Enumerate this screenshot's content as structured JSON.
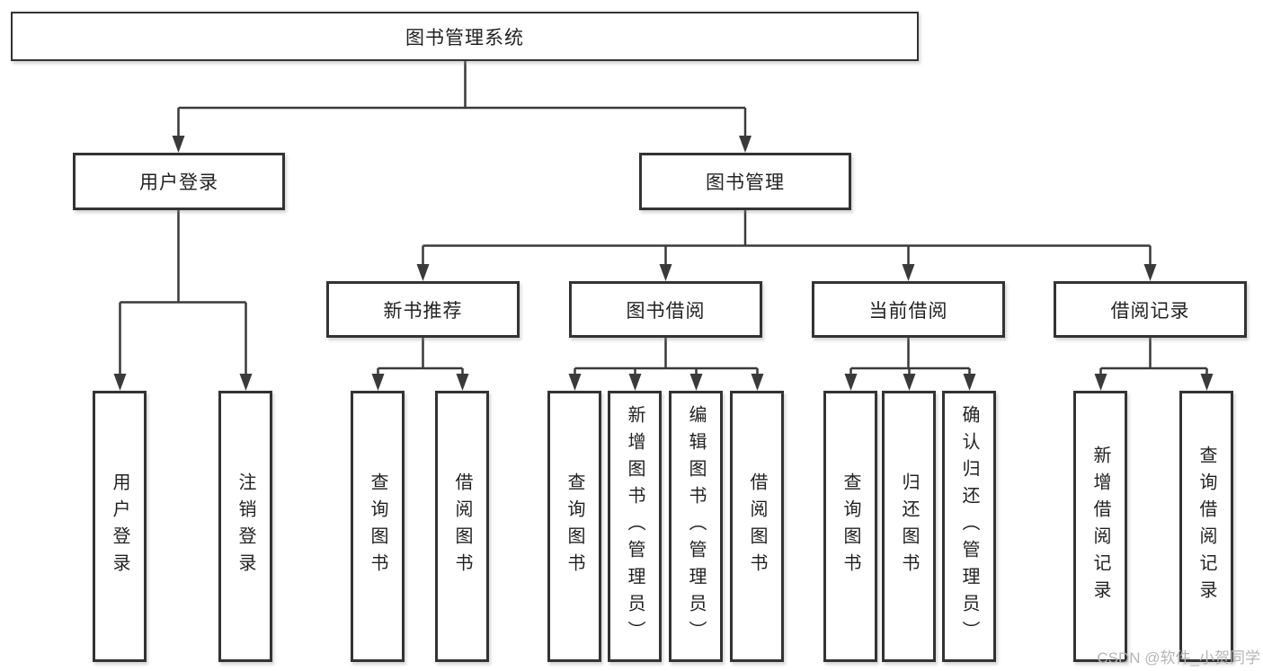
{
  "diagram": {
    "title": "图书管理系统",
    "tree": {
      "label": "图书管理系统",
      "children": [
        {
          "label": "用户登录",
          "children": [
            {
              "label": "用户登录"
            },
            {
              "label": "注销登录"
            }
          ]
        },
        {
          "label": "图书管理",
          "children": [
            {
              "label": "新书推荐",
              "children": [
                {
                  "label": "查询图书"
                },
                {
                  "label": "借阅图书"
                }
              ]
            },
            {
              "label": "图书借阅",
              "children": [
                {
                  "label": "查询图书"
                },
                {
                  "label": "新增图书（管理员）"
                },
                {
                  "label": "编辑图书（管理员）"
                },
                {
                  "label": "借阅图书"
                }
              ]
            },
            {
              "label": "当前借阅",
              "children": [
                {
                  "label": "查询图书"
                },
                {
                  "label": "归还图书"
                },
                {
                  "label": "确认归还（管理员）"
                }
              ]
            },
            {
              "label": "借阅记录",
              "children": [
                {
                  "label": "新增借阅记录"
                },
                {
                  "label": "查询借阅记录"
                }
              ]
            }
          ]
        }
      ]
    },
    "watermark": {
      "text": "CSDN @软件_小贺同学"
    },
    "colors": {
      "line": "#3a3a3a",
      "border": "#333333",
      "text": "#222222",
      "background": "#ffffff",
      "watermark": "#b5b5b5"
    }
  }
}
